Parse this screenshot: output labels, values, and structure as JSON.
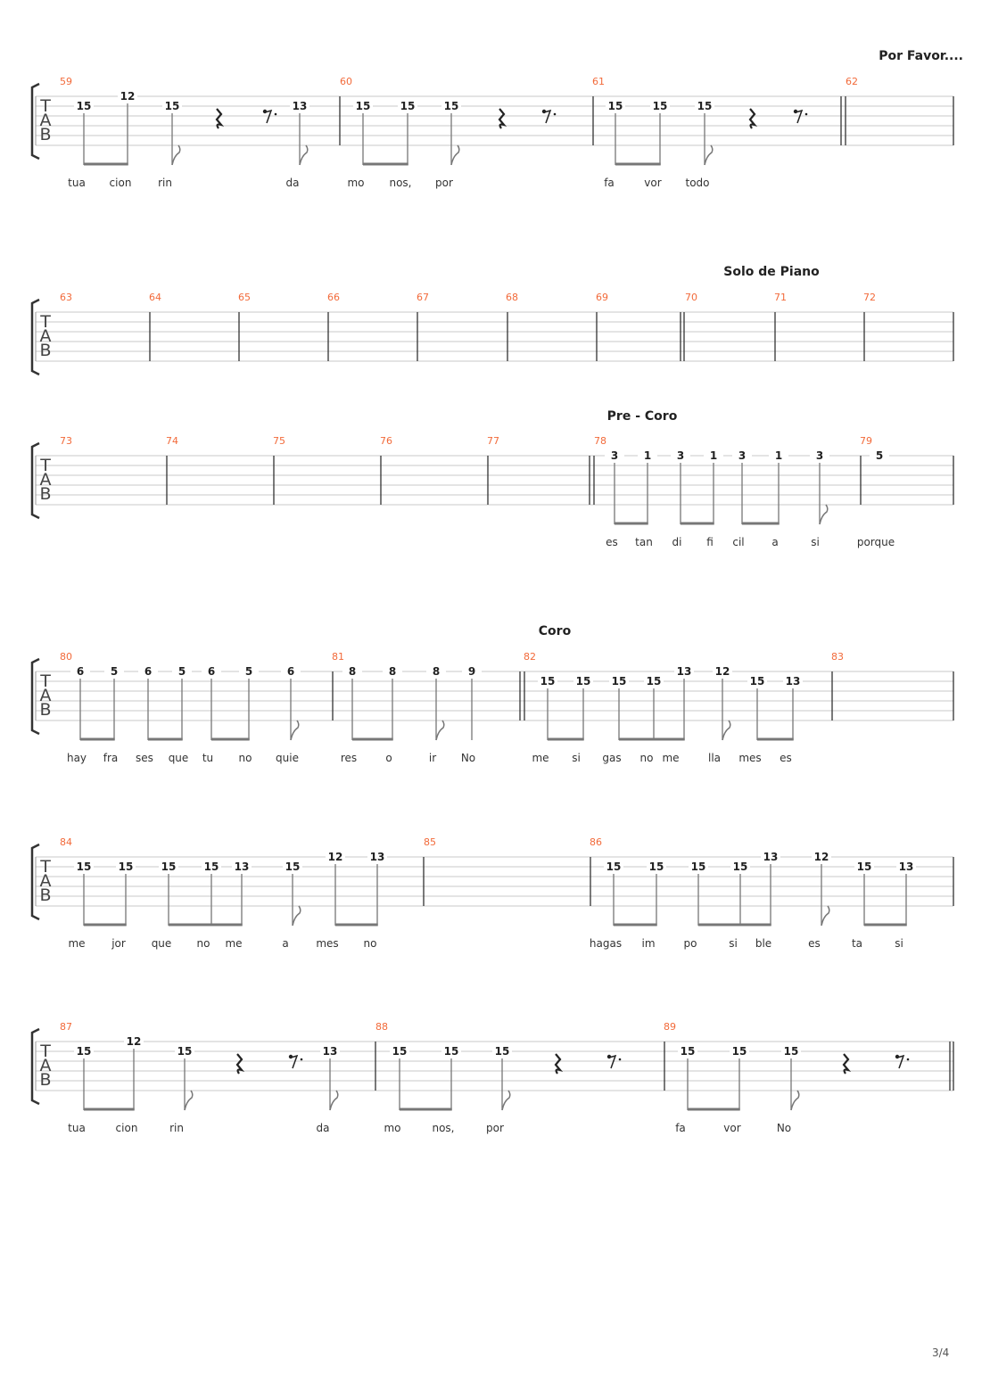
{
  "page_number": "3/4",
  "tab_clef": [
    "T",
    "A",
    "B"
  ],
  "colors": {
    "measure_number": "#f26a3a",
    "staff": "#c8c8c8",
    "text": "#222222"
  },
  "systems": [
    {
      "section_label": "Por Favor....",
      "measure_numbers": [
        "59",
        "60",
        "61",
        "62"
      ],
      "notes": [
        {
          "fret": "15",
          "string": 2
        },
        {
          "fret": "12",
          "string": 1
        },
        {
          "fret": "15",
          "string": 2
        },
        {
          "fret": "13",
          "string": 2
        },
        {
          "fret": "15",
          "string": 2
        },
        {
          "fret": "15",
          "string": 2
        },
        {
          "fret": "15",
          "string": 2
        },
        {
          "fret": "15",
          "string": 2
        },
        {
          "fret": "15",
          "string": 2
        },
        {
          "fret": "15",
          "string": 2
        }
      ],
      "lyrics": [
        "tua",
        "cion",
        "rin",
        "da",
        "mo",
        "nos,",
        "por",
        "fa",
        "vor",
        "todo"
      ]
    },
    {
      "section_label": "Solo de Piano",
      "measure_numbers": [
        "63",
        "64",
        "65",
        "66",
        "67",
        "68",
        "69",
        "70",
        "71",
        "72"
      ],
      "notes": [],
      "lyrics": []
    },
    {
      "section_label": "Pre - Coro",
      "measure_numbers": [
        "73",
        "74",
        "75",
        "76",
        "77",
        "78",
        "79"
      ],
      "notes": [
        {
          "fret": "3",
          "string": 1
        },
        {
          "fret": "1",
          "string": 1
        },
        {
          "fret": "3",
          "string": 1
        },
        {
          "fret": "1",
          "string": 1
        },
        {
          "fret": "3",
          "string": 1
        },
        {
          "fret": "1",
          "string": 1
        },
        {
          "fret": "3",
          "string": 1
        },
        {
          "fret": "5",
          "string": 1
        }
      ],
      "lyrics": [
        "es",
        "tan",
        "di",
        "fi",
        "cil",
        "a",
        "si",
        "porque"
      ]
    },
    {
      "section_label": "Coro",
      "measure_numbers": [
        "80",
        "81",
        "82",
        "83"
      ],
      "notes": [
        {
          "fret": "6",
          "string": 1
        },
        {
          "fret": "5",
          "string": 1
        },
        {
          "fret": "6",
          "string": 1
        },
        {
          "fret": "5",
          "string": 1
        },
        {
          "fret": "6",
          "string": 1
        },
        {
          "fret": "5",
          "string": 1
        },
        {
          "fret": "6",
          "string": 1
        },
        {
          "fret": "8",
          "string": 1
        },
        {
          "fret": "8",
          "string": 1
        },
        {
          "fret": "8",
          "string": 1
        },
        {
          "fret": "9",
          "string": 1
        },
        {
          "fret": "15",
          "string": 2
        },
        {
          "fret": "15",
          "string": 2
        },
        {
          "fret": "15",
          "string": 2
        },
        {
          "fret": "15",
          "string": 2
        },
        {
          "fret": "13",
          "string": 1
        },
        {
          "fret": "12",
          "string": 1
        },
        {
          "fret": "15",
          "string": 2
        },
        {
          "fret": "13",
          "string": 2
        }
      ],
      "lyrics": [
        "hay",
        "fra",
        "ses",
        "que",
        "tu",
        "no",
        "quie",
        "res",
        "o",
        "ir",
        "No",
        "me",
        "si",
        "gas",
        "no",
        "me",
        "lla",
        "mes",
        "es"
      ]
    },
    {
      "section_label": "",
      "measure_numbers": [
        "84",
        "85",
        "86"
      ],
      "notes": [
        {
          "fret": "15",
          "string": 2
        },
        {
          "fret": "15",
          "string": 2
        },
        {
          "fret": "15",
          "string": 2
        },
        {
          "fret": "15",
          "string": 2
        },
        {
          "fret": "13",
          "string": 2
        },
        {
          "fret": "15",
          "string": 2
        },
        {
          "fret": "12",
          "string": 1
        },
        {
          "fret": "13",
          "string": 1
        },
        {
          "fret": "15",
          "string": 2
        },
        {
          "fret": "15",
          "string": 2
        },
        {
          "fret": "15",
          "string": 2
        },
        {
          "fret": "15",
          "string": 2
        },
        {
          "fret": "13",
          "string": 1
        },
        {
          "fret": "12",
          "string": 1
        },
        {
          "fret": "15",
          "string": 2
        },
        {
          "fret": "13",
          "string": 2
        }
      ],
      "lyrics": [
        "me",
        "jor",
        "que",
        "no",
        "me",
        "a",
        "mes",
        "no",
        "hagas",
        "im",
        "po",
        "si",
        "ble",
        "es",
        "ta",
        "si"
      ]
    },
    {
      "section_label": "",
      "measure_numbers": [
        "87",
        "88",
        "89"
      ],
      "notes": [
        {
          "fret": "15",
          "string": 2
        },
        {
          "fret": "12",
          "string": 1
        },
        {
          "fret": "15",
          "string": 2
        },
        {
          "fret": "13",
          "string": 2
        },
        {
          "fret": "15",
          "string": 2
        },
        {
          "fret": "15",
          "string": 2
        },
        {
          "fret": "15",
          "string": 2
        },
        {
          "fret": "15",
          "string": 2
        },
        {
          "fret": "15",
          "string": 2
        },
        {
          "fret": "15",
          "string": 2
        }
      ],
      "lyrics": [
        "tua",
        "cion",
        "rin",
        "da",
        "mo",
        "nos,",
        "por",
        "fa",
        "vor",
        "No"
      ]
    }
  ]
}
